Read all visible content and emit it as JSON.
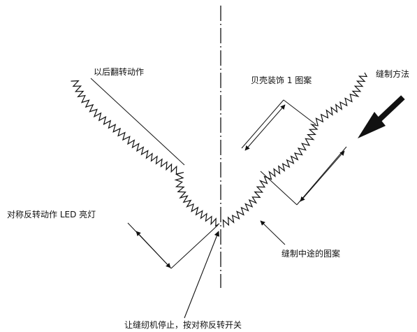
{
  "labels": {
    "reverse_after": "以后翻转动作",
    "shell_pattern": "贝壳装饰 1 图案",
    "sewing_direction": "缝制方法",
    "mirror_led": "对称反转动作 LED 亮灯",
    "mid_pattern": "缝制中途的图案",
    "stop_and_press": "让缝纫机停止，按对称反转开关"
  },
  "colors": {
    "ink": "#111111",
    "background": "#ffffff"
  }
}
